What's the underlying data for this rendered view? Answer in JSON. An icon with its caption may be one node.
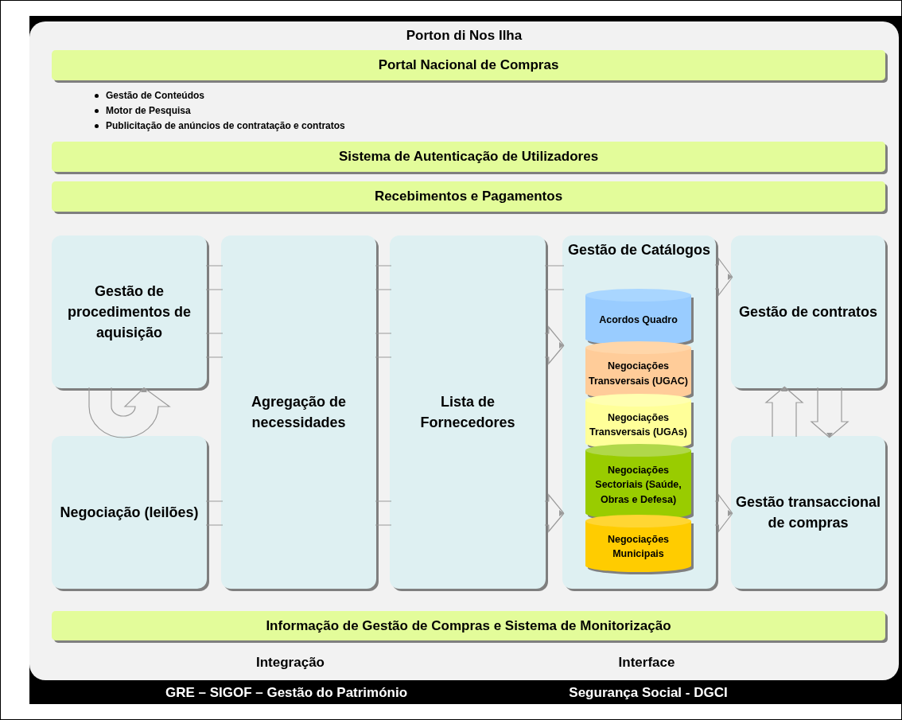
{
  "diagram": {
    "nodes": [
      {
        "text": [
          "Porton di Nos Ilha"
        ]
      },
      {
        "text": [
          "Portal Nacional de Compras"
        ],
        "in": 0
      },
      {
        "text": [
          "Sistema de Autenticação de Utilizadores"
        ],
        "in": 0
      },
      {
        "text": [
          "Recebimentos e Pagamentos"
        ],
        "in": 0
      },
      {
        "text": [
          "Gestão de procedimentos de aquisição"
        ],
        "in": 0
      },
      {
        "text": [
          "Negociação (leilões)"
        ],
        "in": 0
      },
      {
        "text": [
          "Agregação de necessidades"
        ],
        "in": 0
      },
      {
        "text": [
          "Lista de Fornecedores"
        ],
        "in": 0
      },
      {
        "text": [
          "Gestão de Catálogos"
        ],
        "in": 0
      },
      {
        "text": [
          "Acordos Quadro"
        ],
        "in": 8
      },
      {
        "text": [
          "Negociações Transversais (UGAC)"
        ],
        "in": 8
      },
      {
        "text": [
          "Negociações Transversais (UGAs)"
        ],
        "in": 8
      },
      {
        "text": [
          "Negociações Sectoriais (Saúde, Obras e Defesa)"
        ],
        "in": 8
      },
      {
        "text": [
          "Negociações Municipais"
        ],
        "in": 8
      },
      {
        "text": [
          "Gestão de contratos"
        ],
        "in": 0
      },
      {
        "text": [
          "Gestão transaccional de compras"
        ],
        "in": 0
      },
      {
        "text": [
          "Informação de Gestão de Compras e Sistema de Monitorização"
        ],
        "in": 0
      }
    ],
    "edges": [
      {
        "from": 4,
        "to": 6,
        "arrow": "none"
      },
      {
        "from": 4,
        "to": 6,
        "arrow": "none"
      },
      {
        "from": 5,
        "to": 6,
        "arrow": "none"
      },
      {
        "from": 6,
        "to": 7,
        "arrow": "none"
      },
      {
        "from": 6,
        "to": 7,
        "arrow": "none"
      },
      {
        "from": 6,
        "to": 7,
        "arrow": "none"
      },
      {
        "from": 7,
        "to": 8,
        "arrow": "none"
      },
      {
        "from": 7,
        "to": 8,
        "arrow": "to"
      },
      {
        "from": 7,
        "to": 8,
        "arrow": "to"
      },
      {
        "from": 8,
        "to": 14,
        "arrow": "to"
      },
      {
        "from": 8,
        "to": 15,
        "arrow": "to"
      },
      {
        "from": 15,
        "to": 14,
        "arrow": "to"
      },
      {
        "from": 14,
        "to": 15,
        "arrow": "to"
      },
      {
        "from": 5,
        "to": 4,
        "arrow": "to"
      }
    ],
    "labels": [
      "Gestão de Conteúdos",
      "Motor de Pesquisa",
      "Publicitação de anúncios de contratação e contratos",
      "Integração",
      "Interface",
      "GRE – SIGOF – Gestão do Património",
      "Segurança Social - DGCI"
    ]
  }
}
